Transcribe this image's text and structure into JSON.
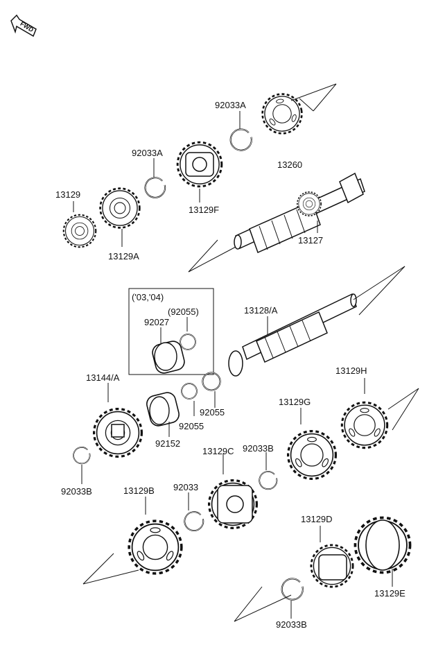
{
  "fwd_badge": {
    "label": "FWD"
  },
  "colors": {
    "ink": "#111111",
    "paper": "#ffffff"
  },
  "inset_box": {
    "title": "('03,'04)"
  },
  "parts": [
    {
      "id": "p1",
      "number": "92033A"
    },
    {
      "id": "p2",
      "number": "13260"
    },
    {
      "id": "p3",
      "number": "92033A"
    },
    {
      "id": "p4",
      "number": "13129F"
    },
    {
      "id": "p5",
      "number": "13129"
    },
    {
      "id": "p6",
      "number": "13129A"
    },
    {
      "id": "p7",
      "number": "13127"
    },
    {
      "id": "p8",
      "number": "(92055)"
    },
    {
      "id": "p9",
      "number": "92027"
    },
    {
      "id": "p10",
      "number": "13128/A"
    },
    {
      "id": "p11",
      "number": "13144/A"
    },
    {
      "id": "p12",
      "number": "92055"
    },
    {
      "id": "p13",
      "number": "92055"
    },
    {
      "id": "p14",
      "number": "92152"
    },
    {
      "id": "p15",
      "number": "13129H"
    },
    {
      "id": "p16",
      "number": "13129G"
    },
    {
      "id": "p17",
      "number": "92033B"
    },
    {
      "id": "p18",
      "number": "13129C"
    },
    {
      "id": "p19",
      "number": "92033B"
    },
    {
      "id": "p20",
      "number": "13129B"
    },
    {
      "id": "p21",
      "number": "92033"
    },
    {
      "id": "p22",
      "number": "13129D"
    },
    {
      "id": "p23",
      "number": "13129E"
    },
    {
      "id": "p24",
      "number": "92033B"
    }
  ]
}
